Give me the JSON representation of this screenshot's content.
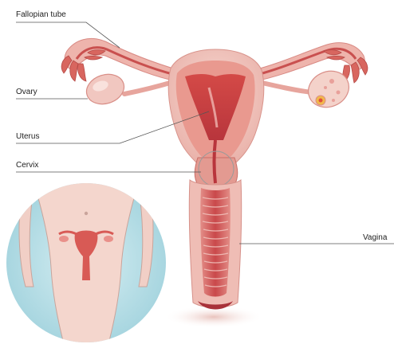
{
  "labels": {
    "fallopian_tube": "Fallopian tube",
    "ovary": "Ovary",
    "uterus": "Uterus",
    "cervix": "Cervix",
    "vagina": "Vagina"
  },
  "colors": {
    "tissue_light": "#f3c9c1",
    "tissue_mid": "#e69a92",
    "tissue_dark": "#c8453f",
    "tissue_deep": "#a8323a",
    "inset_skin": "#f4d6cd",
    "inset_backdrop": "#bfe3ea",
    "leader_line": "#555555"
  },
  "icons": {
    "inset": "female-body-silhouette-icon"
  }
}
